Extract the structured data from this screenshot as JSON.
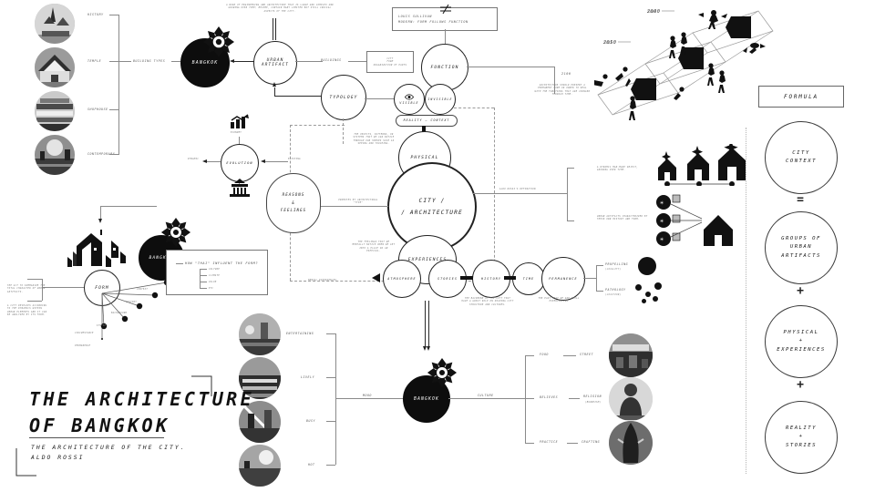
{
  "title": {
    "main_line1": "THE ARCHITECTURE",
    "main_line2": "OF BANGKOK",
    "sub_line1": "THE ARCHITECTURE OF THE CITY.",
    "sub_line2": "ALDO ROSSI"
  },
  "left_column": {
    "items": [
      "HISTORY",
      "TEMPLE",
      "SHOPHOUSE",
      "CONTEMPORARY"
    ],
    "group_label": "BUILDING TYPES"
  },
  "nodes": {
    "bangkok_top": "BANGKOK",
    "bangkok_form": "BANGKOK",
    "bangkok_bottom": "BANGKOK",
    "urban_artifact": "URBAN\nARTIFACT",
    "urban_artifact_l1": "URBAN",
    "urban_artifact_l2": "ARTIFACT",
    "typology": "TYPOLOGY",
    "function": "FUNCTION",
    "visible": "VISIBLE",
    "invisible": "INVISIBLE",
    "physical": "PHYSICAL",
    "city_line1": "CITY /",
    "city_line2": "/ ARCHITECTURE",
    "experiences": "EXPERIENCES",
    "atmosphere": "ATMOSPHERE",
    "stories": "STORIES",
    "history": "HISTORY",
    "time": "TIME",
    "permanence": "PERMANENCE",
    "evolution": "EVOLUTION",
    "form": "FORM",
    "reasons_l1": "REASONS",
    "reasons_l2": "&",
    "reasons_l3": "FEELINGS"
  },
  "pills": {
    "reality_context": "REALITY — CONTEXT"
  },
  "boxes": {
    "sullivan_line1": "LOUIS SULLIVAN",
    "sullivan_line2": "MODERN: FORM FOLLOWS FUNCTION",
    "city_form_org": "CITY\nFORM\nORGANIZATION OF PARTS",
    "city_form_l1": "CITY",
    "city_form_l2": "FORM",
    "city_form_l3": "ORGANIZATION OF PARTS",
    "thai_form_title": "HOW \"THAI\" INFLUENT THE FORM?",
    "thai_form_items": [
      "CULTURE",
      "CLIMATE",
      "VALUE",
      "ETC"
    ]
  },
  "annotations": {
    "urban_artifact_def": "A WORK OF ENGINEERING AND ARCHITECTURE THAT IS LARGE AND COMPLEX AND GROWING OVER TIME; BECOME, CONTAIN MANY LIMITED BUT STILL CRUCIAL ASPECTS OF THE CITY.",
    "artifact_present": "ARCHITECTURE SHOULD PRESENT A PERMANENT FORM OR ORDER TO DEAL WITH THE FUNCTIONS THAT ARE CHANGED THROUGH TIME.",
    "physical_def": "THE OBJECTS, PATTERNS, OR SYSTEMS THAT WE CAN NOTICE THROUGH OUR SENSES SUCH AS SEEING AND TOUCHING.",
    "experiences_def": "THE FEELINGS THAT WE MENTALLY NOTICE WHEN WE GET INTO A PLACE OR AN ESPECIAL.",
    "aldo_rossi_def": "ALDO ROSSI'S DEFINITION",
    "history_backbone": "THE BACKBONE OF THE CITY THAT HAVE A GREAT ROLE ON SHAPING CITY STRUCTURE AND CULTURES.",
    "permanence_def": "THE PAST THAT WE ARE STILL EXPERIENCING",
    "promotes_type": "PROMOTES BY ARCHITECTURAL \"TYPE\"",
    "mental_experience": "MENTAL EXPERIENCES",
    "form_summary": "THE ACT TO SUMMARIZE THE TOTAL CHARACTER OF URBAN ARTIFACTS.",
    "form_develop": "A CITY DEVELOPS ACCORDING TO THE DYNAMICS WITHIN URBAN ELEMENTS AND IT CAN BE ANALYZED BY ITS FORM.",
    "dynamic_object": "A DYNAMIC MAN-MADE OBJECT, GROWING OVER TIME.",
    "artifacts_characterized": "URBAN ARTIFACTS CHARACTERIZED BY THEIR OWN HISTORY AND FORM."
  },
  "connector_labels": {
    "buildings": "BUILDINGS",
    "dynamic": "DYNAMIC",
    "existing": "EXISTING",
    "economy": "ECONOMY",
    "politic": "POLITIC",
    "mood": "MOOD",
    "culture": "CULTURE",
    "propelling": "PROPELLING",
    "propelling_sub": "(LOCALITY)",
    "pathology": "PATHOLOGY",
    "pathology_sub": "(LOCATION)"
  },
  "form_branches": [
    "CONTEXT",
    "HISTORY",
    "BACKGROUND",
    "SYSTEM",
    "CIRCUMSTANCE",
    "PERMANENCE"
  ],
  "mood_branches": [
    "ENTERTAINING",
    "LIVELY",
    "BUSY",
    "HOT"
  ],
  "culture_branches": [
    {
      "key": "FOOD",
      "value": "STREET",
      "sub": ""
    },
    {
      "key": "BELIEVES",
      "value": "RELIGION",
      "sub": "(BUDDHISM)"
    },
    {
      "key": "PRACTICE",
      "value": "CRAFTING",
      "sub": ""
    }
  ],
  "timeline_years": [
    "2000",
    "2050",
    "2100"
  ],
  "formula": {
    "header": "FORMULA",
    "items": [
      {
        "lines": [
          "CITY",
          "CONTEXT"
        ],
        "op_after": "="
      },
      {
        "lines": [
          "GROUPS OF",
          "URBAN",
          "ARTIFACTS"
        ],
        "op_after": "+"
      },
      {
        "lines": [
          "PHYSICAL",
          "+",
          "EXPERIENCES"
        ],
        "op_after": "+"
      },
      {
        "lines": [
          "REALITY",
          "+",
          "STORIES"
        ],
        "op_after": ""
      }
    ]
  },
  "colors": {
    "ink": "#111111",
    "line": "#8a8a8a",
    "paper": "#ffffff"
  }
}
